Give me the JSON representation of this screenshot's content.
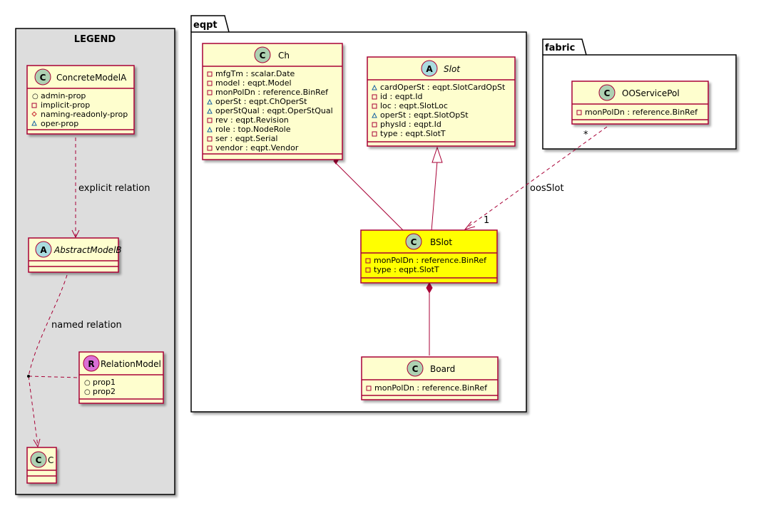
{
  "legend": {
    "title": "LEGEND",
    "concrete_model": {
      "name": "ConcreteModelA",
      "stereotype": "C",
      "attrs": [
        {
          "vis": "+",
          "text": "admin-prop"
        },
        {
          "vis": "-",
          "text": "implicit-prop"
        },
        {
          "vis": "#",
          "text": "naming-readonly-prop"
        },
        {
          "vis": "~",
          "text": "oper-prop"
        }
      ]
    },
    "abstract_model": {
      "name": "AbstractModelB",
      "stereotype": "A"
    },
    "relation_model": {
      "name": "RelationModel",
      "stereotype": "R",
      "attrs": [
        {
          "vis": "+",
          "text": "prop1"
        },
        {
          "vis": "+",
          "text": "prop2"
        }
      ]
    },
    "c_model": {
      "name": "C",
      "stereotype": "C"
    },
    "explicit_relation_label": "explicit relation",
    "named_relation_label": "named relation"
  },
  "eqpt": {
    "title": "eqpt",
    "ch": {
      "name": "Ch",
      "stereotype": "C",
      "attrs": [
        {
          "vis": "-",
          "text": "mfgTm : scalar.Date"
        },
        {
          "vis": "-",
          "text": "model : eqpt.Model"
        },
        {
          "vis": "-",
          "text": "monPolDn : reference.BinRef"
        },
        {
          "vis": "~",
          "text": "operSt : eqpt.ChOperSt"
        },
        {
          "vis": "~",
          "text": "operStQual : eqpt.OperStQual"
        },
        {
          "vis": "-",
          "text": "rev : eqpt.Revision"
        },
        {
          "vis": "~",
          "text": "role : top.NodeRole"
        },
        {
          "vis": "-",
          "text": "ser : eqpt.Serial"
        },
        {
          "vis": "-",
          "text": "vendor : eqpt.Vendor"
        }
      ]
    },
    "slot": {
      "name": "Slot",
      "stereotype": "A",
      "attrs": [
        {
          "vis": "~",
          "text": "cardOperSt : eqpt.SlotCardOpSt"
        },
        {
          "vis": "-",
          "text": "id : eqpt.Id"
        },
        {
          "vis": "-",
          "text": "loc : eqpt.SlotLoc"
        },
        {
          "vis": "~",
          "text": "operSt : eqpt.SlotOpSt"
        },
        {
          "vis": "-",
          "text": "physId : eqpt.Id"
        },
        {
          "vis": "-",
          "text": "type : eqpt.SlotT"
        }
      ]
    },
    "bslot": {
      "name": "BSlot",
      "stereotype": "C",
      "attrs": [
        {
          "vis": "-",
          "text": "monPolDn : reference.BinRef"
        },
        {
          "vis": "-",
          "text": "type : eqpt.SlotT"
        }
      ]
    },
    "board": {
      "name": "Board",
      "stereotype": "C",
      "attrs": [
        {
          "vis": "-",
          "text": "monPolDn : reference.BinRef"
        }
      ]
    }
  },
  "fabric": {
    "title": "fabric",
    "ooservicepol": {
      "name": "OOServicePol",
      "stereotype": "C",
      "attrs": [
        {
          "vis": "-",
          "text": "monPolDn : reference.BinRef"
        }
      ]
    },
    "oos_label": "oosSlot",
    "mult_source": "*",
    "mult_target": "1"
  },
  "colors": {
    "class_fill": "#FEFECE",
    "class_border": "#A80036",
    "highlight_fill": "#FFFF00",
    "legend_bg": "#DDDDDD",
    "stereo_c": "#ADD1B2",
    "stereo_a": "#A9DCDF",
    "stereo_r": "#DA70D6"
  }
}
